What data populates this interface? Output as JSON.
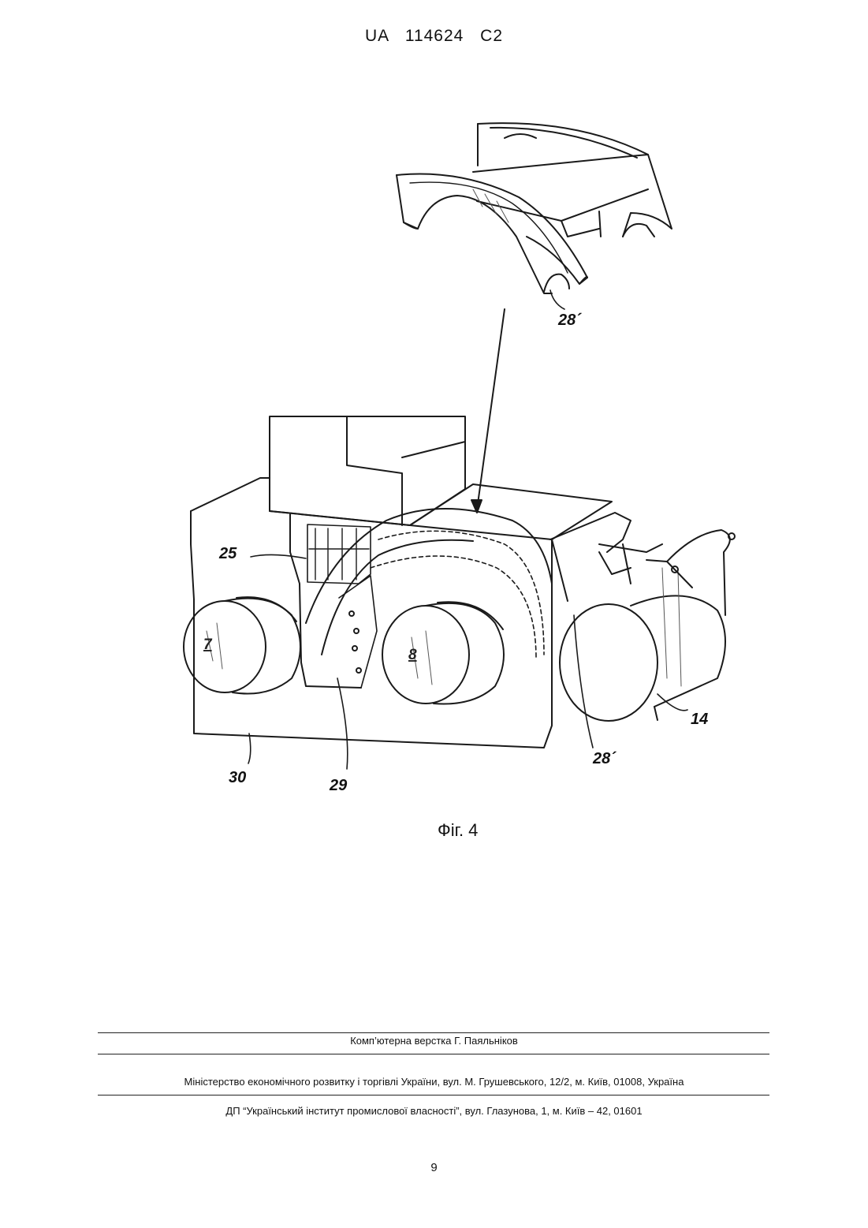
{
  "header": {
    "patent_number": "UA 114624 C2"
  },
  "figure": {
    "caption": "Фіг. 4",
    "labels": {
      "l_28a": "28´",
      "l_25": "25",
      "l_7": "7",
      "l_8": "8",
      "l_14": "14",
      "l_28b": "28´",
      "l_30": "30",
      "l_29": "29"
    }
  },
  "footer": {
    "layout_credit": "Комп’ютерна верстка Г. Паяльніков",
    "ministry": "Міністерство економічного розвитку і торгівлі України, вул. М. Грушевського, 12/2, м. Київ, 01008, Україна",
    "institute": "ДП “Український інститут промислової власності”, вул. Глазунова, 1, м. Київ – 42, 01601"
  },
  "page_number": "9"
}
